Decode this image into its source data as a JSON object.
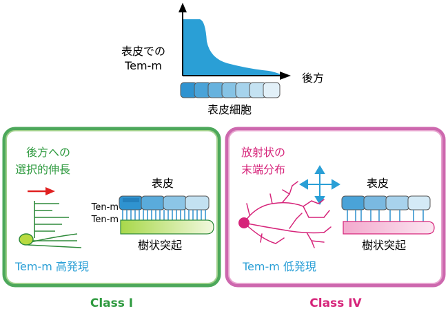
{
  "top_plot": {
    "y_label_line1": "表皮での",
    "y_label_line2": "Tem-m",
    "x_label": "後方",
    "cells_label": "表皮細胞"
  },
  "class1": {
    "heading_line1": "後方への",
    "heading_line2": "選択的伸長",
    "epidermis_label": "表皮",
    "tenm_label_upper": "Ten-m",
    "tenm_label_lower": "Ten-m",
    "dendrite_label": "樹状突起",
    "expression_label": "Tem-m 高発現",
    "class_name": "Class I"
  },
  "class4": {
    "heading_line1": "放射状の",
    "heading_line2": "末端分布",
    "epidermis_label": "表皮",
    "dendrite_label": "樹状突起",
    "expression_label": "Tem-m 低発現",
    "class_name": "Class IV"
  },
  "colors": {
    "class1_green": "#2e9a3f",
    "class4_magenta": "#d6247a",
    "blue_text": "#2a9fd6",
    "cell_blue": "#3aa0d8",
    "red_arrow": "#e02020"
  }
}
